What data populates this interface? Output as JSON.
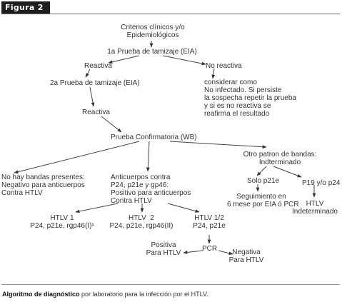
{
  "figure_label": "Figura 2",
  "nodes": {
    "criterios": "Criterios clínicos y/o\nEpidemiológicos",
    "prueba1": "1a Prueba de tamizaje (EIA)",
    "reactiva1": "Reactiva",
    "no_reactiva": "No reactiva",
    "considerar": "considerar como\nNo infectado. Si persiste\nla sospecha repetir la prueba\ny si es no reactiva se\nreafirma el resultado",
    "prueba2": "2a Prueba de tamizaje (EIA)",
    "reactiva2": "Reactiva",
    "wb": "Prueba Confirmatoria (WB)",
    "no_bandas": "No hay bandas presentes:\nNegativo para anticuerpos\nContra HTLV",
    "anticuerpos": "Anticuerpos contra\nP24, p21e y gp46:\nPositivo para anticuerpos\nContra HTLV",
    "otro_patron": "Otro patron de bandas:\nIndterminado",
    "solo_p21e": "Solo p21e",
    "p19": "P19 y/o p24",
    "seguimiento": "Seguimiento en\n6 mese por EIA ó PCR",
    "htlv_indet": "HTLV\nIndeterminado",
    "htlv1": "HTLV 1\nP24, p21e, rgp46(I)¹",
    "htlv2": "HTLV  2\nP24, p21e, rgp46(II)",
    "htlv12": "HTLV 1/2\nP24, p21e",
    "positiva": "Positiva\nPara HTLV",
    "pcr": "PCR",
    "negativa": "Negativa\nPara HTLV"
  },
  "caption": {
    "bold": "Algoritmo de diagnóstico",
    "rest": " por laboratorio para la infección por el HTLV."
  }
}
